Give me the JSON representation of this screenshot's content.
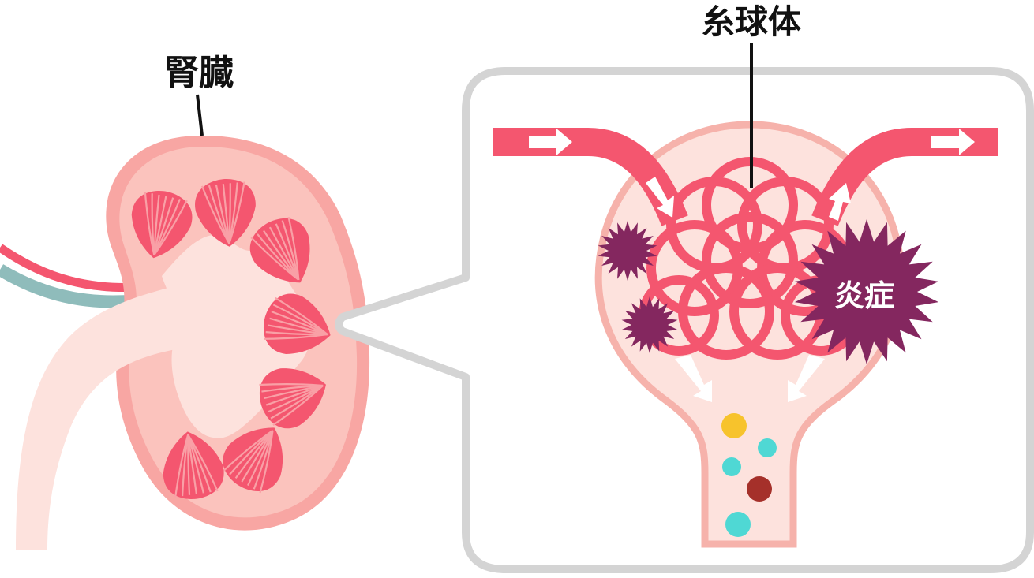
{
  "labels": {
    "kidney": "腎臓",
    "glomerulus": "糸球体",
    "inflammation": "炎症"
  },
  "colors": {
    "vessel": "#f4566f",
    "kidney_outer": "#f8a6a3",
    "kidney_cortex": "#fbc3bd",
    "kidney_pelvis": "#fde2dd",
    "capsule_fill": "#fde2dd",
    "capsule_edge": "#f6b2ab",
    "inflammation": "#84275f",
    "frame": "#d4d4d4",
    "vein": "#8fbcbb",
    "particle_yellow": "#f7c32c",
    "particle_cyan": "#4fd8d4",
    "particle_brown": "#a5302a"
  }
}
